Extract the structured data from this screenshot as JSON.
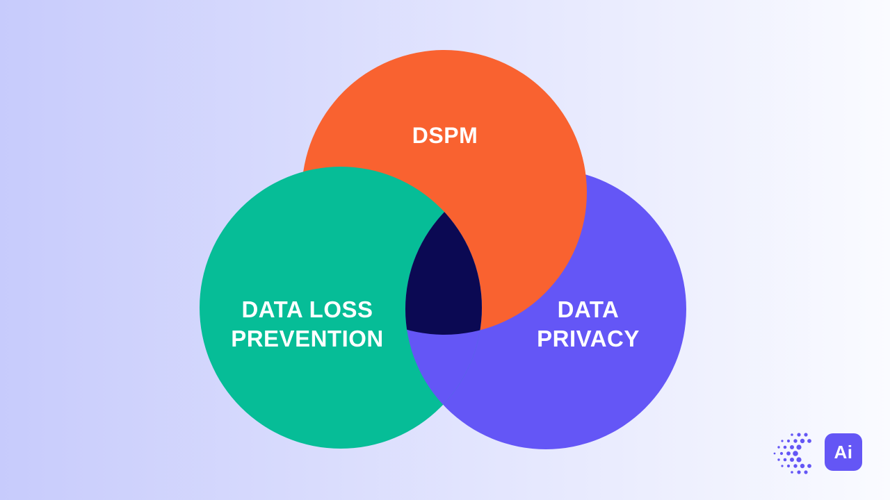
{
  "background": {
    "gradient_left": "#c7cbfc",
    "gradient_right": "#fafbff"
  },
  "venn": {
    "label_color": "#ffffff",
    "intersection_color": "#0b0953",
    "circles": [
      {
        "id": "dspm",
        "label": "DSPM",
        "lines": [
          "DSPM"
        ],
        "color": "#f96230"
      },
      {
        "id": "dlp",
        "label": "DATA LOSS PREVENTION",
        "lines": [
          "DATA LOSS",
          "PREVENTION"
        ],
        "color": "#06bd97"
      },
      {
        "id": "data-privacy",
        "label": "DATA PRIVACY",
        "lines": [
          "DATA",
          "PRIVACY"
        ],
        "color": "#6456f6"
      }
    ]
  },
  "logo": {
    "dots_color": "#6456f5",
    "badge_color": "#6456f5",
    "badge_text_color": "#ffffff",
    "badge_label": "Ai"
  }
}
